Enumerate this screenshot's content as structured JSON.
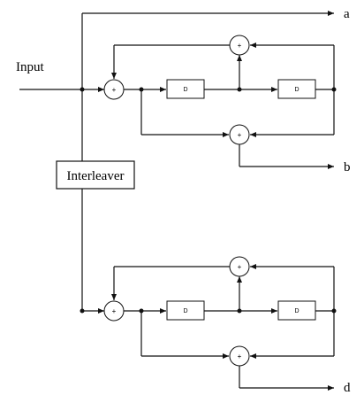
{
  "labels": {
    "input": "Input",
    "interleaver": "Interleaver",
    "out_a": "a",
    "out_b": "b",
    "out_d": "d"
  },
  "encoder_top": {
    "delay_1": "D",
    "delay_2": "D",
    "adder_symbol": "+"
  },
  "encoder_bottom": {
    "delay_1": "D",
    "delay_2": "D",
    "adder_symbol": "+"
  }
}
